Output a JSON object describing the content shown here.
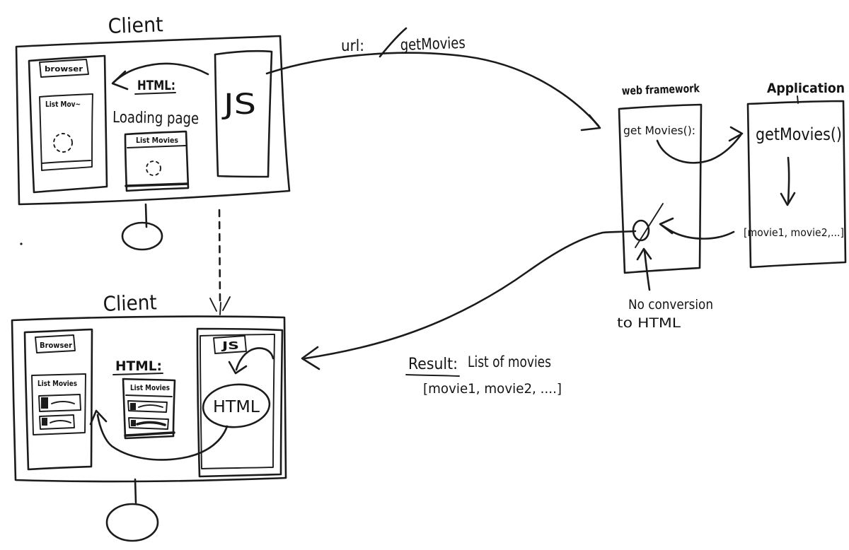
{
  "palette": {
    "ink": "#1b1b1b",
    "background": "#ffffff"
  },
  "icons": {
    "loading_spinner": "dotted-circle",
    "null_symbol": "slashed-circle",
    "monitor_stand": "line-and-oval-base"
  },
  "top_client": {
    "title": "Client",
    "browser_label": "browser",
    "browser_list_title": "List Mov~",
    "arrow_label_line1": "HTML:",
    "arrow_label_line2": "Loading page",
    "list_card_title": "List Movies",
    "js_label": "JS"
  },
  "request_arrow": {
    "label_prefix": "url:",
    "label_path": "getMovies"
  },
  "web_framework": {
    "title": "web framework",
    "handler_label": "get Movies():",
    "note_line1": "No conversion",
    "note_line2": "to HTML"
  },
  "application": {
    "title": "Application",
    "function_label": "getMovies()",
    "return_value": "[movie1, movie2,...]"
  },
  "response_arrow": {
    "label_keyword": "Result:",
    "label_rest": "List of movies",
    "array_text": "[movie1, movie2, ....]"
  },
  "bottom_client": {
    "title": "Client",
    "browser_label": "Browser",
    "browser_list_title": "List Movies",
    "html_label": "HTML:",
    "list_card_title": "List Movies",
    "js_label": "JS",
    "html_blob_label": "HTML"
  }
}
